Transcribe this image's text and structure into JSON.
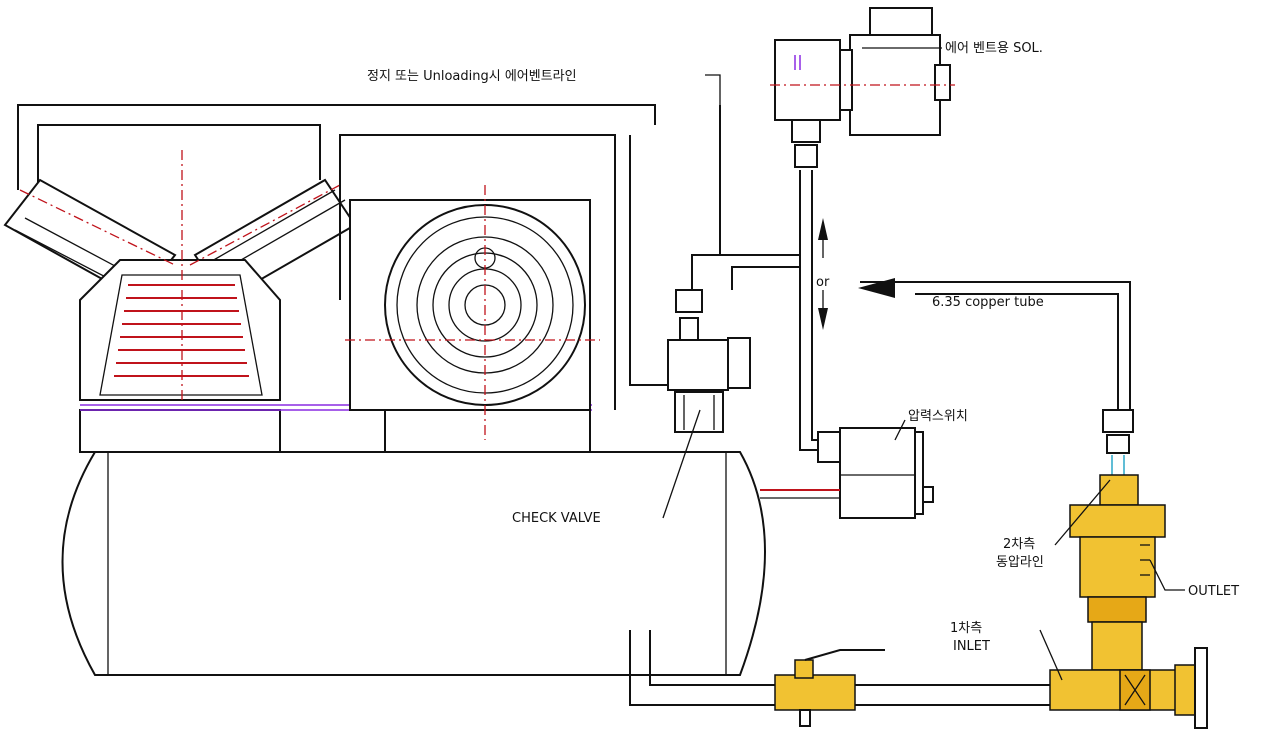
{
  "labels": {
    "vent_line": "정지 또는 Unloading시 에어벤트라인",
    "vent_sol": "에어 벤트용 SOL.",
    "or": "or",
    "copper_tube": "6.35 copper tube",
    "pressure_switch": "압력스위치",
    "check_valve": "CHECK VALVE",
    "secondary_line_1": "2차측",
    "secondary_line_2": "동압라인",
    "outlet": "OUTLET",
    "primary_1": "1차측",
    "primary_2": "INLET"
  },
  "colors": {
    "line": "#111111",
    "centerline": "#c0131b",
    "base_plate": "#8a2be2",
    "brass": "#f1c232",
    "tube_highlight": "#2aa7c8"
  }
}
